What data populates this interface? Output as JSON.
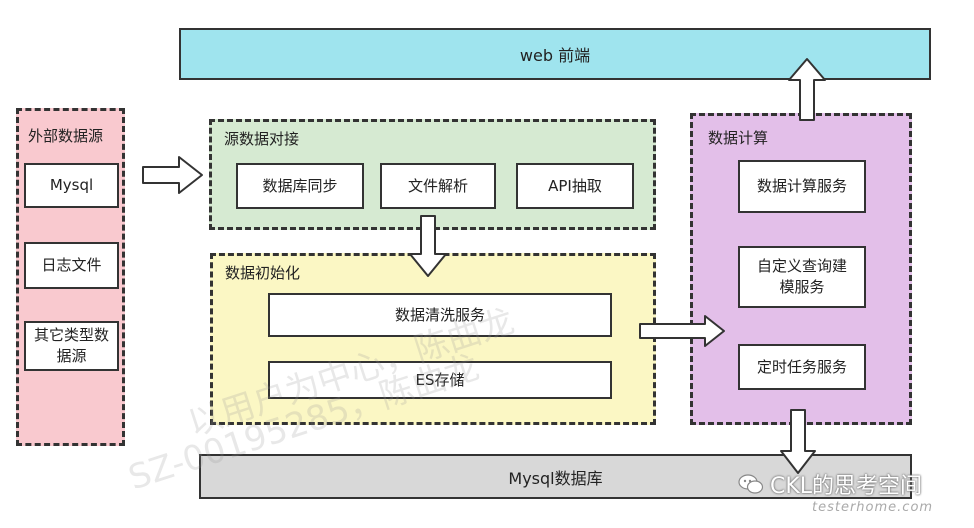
{
  "web_frontend": "web 前端",
  "mysql_db": "Mysql数据库",
  "external": {
    "title": "外部数据源",
    "items": [
      "Mysql",
      "日志文件",
      "其它类型数据源"
    ]
  },
  "sync": {
    "title": "源数据对接",
    "items": [
      "数据库同步",
      "文件解析",
      "API抽取"
    ]
  },
  "init": {
    "title": "数据初始化",
    "items": [
      "数据清洗服务",
      "ES存储"
    ]
  },
  "compute": {
    "title": "数据计算",
    "items": [
      "数据计算服务",
      "自定义查询建模服务",
      "定时任务服务"
    ]
  },
  "watermark": {
    "line1": "以用户为中心，陈曲龙",
    "line2": "SZ-00195285，陈曲龙"
  },
  "brand": {
    "name": "CKL的思考空间",
    "site": "testerhome.com"
  },
  "colors": {
    "web": "#9fe4ee",
    "external": "#f9c9cf",
    "sync": "#d6ead2",
    "init": "#fbf7c4",
    "compute": "#e3bfe9",
    "db": "#d8d8d8"
  }
}
